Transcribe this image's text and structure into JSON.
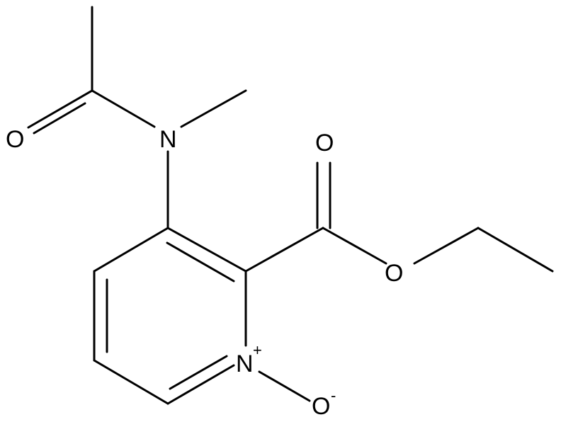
{
  "molecule": {
    "atoms": {
      "acetyl_oxygen": "O",
      "amide_nitrogen": "N",
      "ester_carbonyl_oxygen": "O",
      "ester_oxygen": "O",
      "ring_nitrogen": "N",
      "ring_nitrogen_charge": "+",
      "oxide_oxygen": "O",
      "oxide_oxygen_charge": "-"
    },
    "bond_color": "#000000",
    "background": "#ffffff"
  }
}
